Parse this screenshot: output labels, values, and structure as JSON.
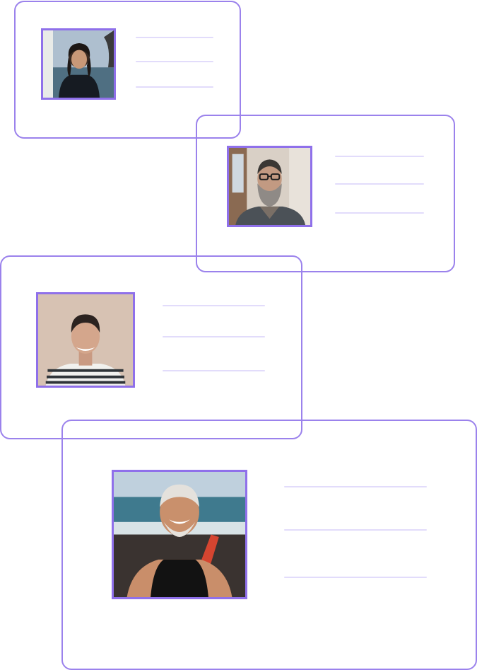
{
  "colors": {
    "card_border": "#9b82ec",
    "photo_border": "#8f70ea",
    "placeholder_line": "#e2dcfb"
  },
  "cards": [
    {
      "name": "profile-card-1",
      "photo": "woman-surfer-portrait",
      "placeholder_lines": 3
    },
    {
      "name": "profile-card-2",
      "photo": "bearded-man-glasses-portrait",
      "placeholder_lines": 3
    },
    {
      "name": "profile-card-3",
      "photo": "smiling-young-man-portrait",
      "placeholder_lines": 3
    },
    {
      "name": "profile-card-4",
      "photo": "older-man-surfer-beach-portrait",
      "placeholder_lines": 3
    }
  ]
}
